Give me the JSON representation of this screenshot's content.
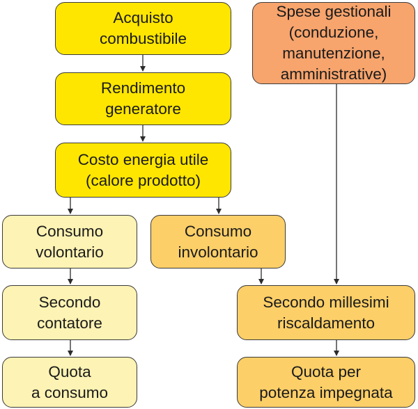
{
  "colors": {
    "yellow": "#ffe600",
    "pale_yellow": "#fdf3b4",
    "light_orange": "#fccf68",
    "salmon": "#f7a46d",
    "line": "#2b2b2b"
  },
  "nodes": {
    "acquisto": "Acquisto\ncombustibile",
    "rendimento": "Rendimento\ngeneratore",
    "costo": "Costo energia utile\n(calore prodotto)",
    "volontario": "Consumo\nvolontario",
    "involontario": "Consumo\ninvolontario",
    "contatore": "Secondo\ncontatore",
    "quota_consumo": "Quota\na consumo",
    "spese": "Spese gestionali\n(conduzione,\nmanutenzione,\namministrative)",
    "millesimi": "Secondo millesimi\nriscaldamento",
    "quota_potenza": "Quota per\npotenza impegnata"
  }
}
